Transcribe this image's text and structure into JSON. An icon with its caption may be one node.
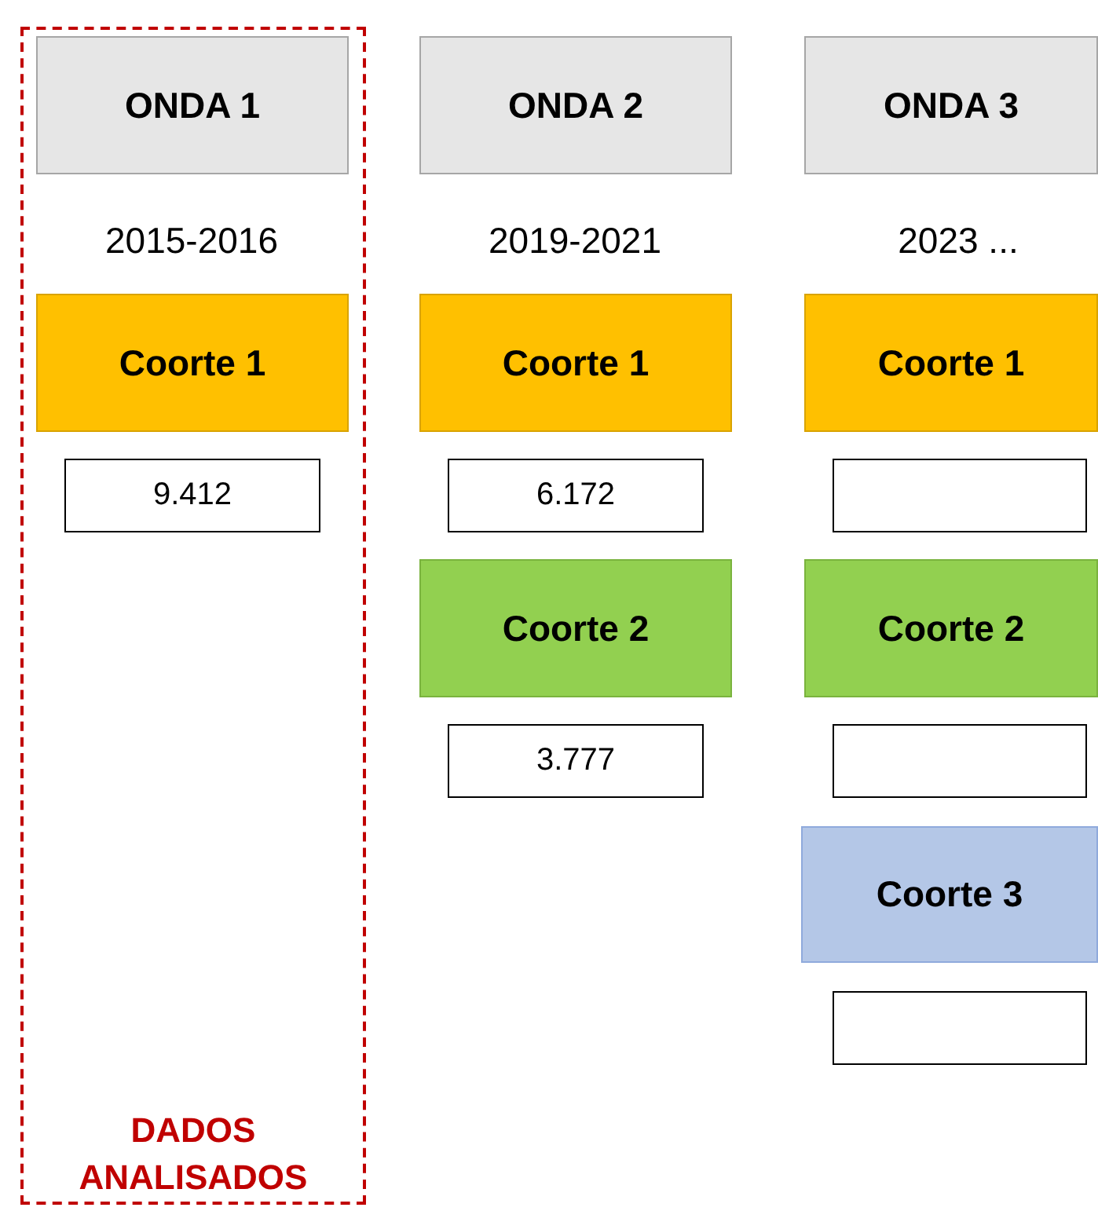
{
  "diagram": {
    "nodes": [
      {
        "text": [
          "DADOS ANALISADOS"
        ]
      },
      {
        "text": [
          "ONDA 1"
        ],
        "in": 0
      },
      {
        "text": [
          "Coorte 1"
        ],
        "in": 0
      },
      {
        "text": [
          "9.412"
        ],
        "in": 0
      },
      {
        "text": [
          "ONDA 2"
        ]
      },
      {
        "text": [
          "Coorte 1"
        ]
      },
      {
        "text": [
          "6.172"
        ]
      },
      {
        "text": [
          "Coorte 2"
        ]
      },
      {
        "text": [
          "3.777"
        ]
      },
      {
        "text": [
          "ONDA 3"
        ]
      },
      {
        "text": [
          "Coorte 1"
        ]
      },
      {
        "text": [],
        "shape": "box"
      },
      {
        "text": [
          "Coorte 2"
        ]
      },
      {
        "text": [],
        "shape": "box"
      },
      {
        "text": [
          "Coorte 3"
        ]
      },
      {
        "text": [],
        "shape": "box"
      }
    ],
    "edges": [],
    "labels": [
      "2015-2016",
      "2019-2021",
      "2023 ..."
    ]
  }
}
